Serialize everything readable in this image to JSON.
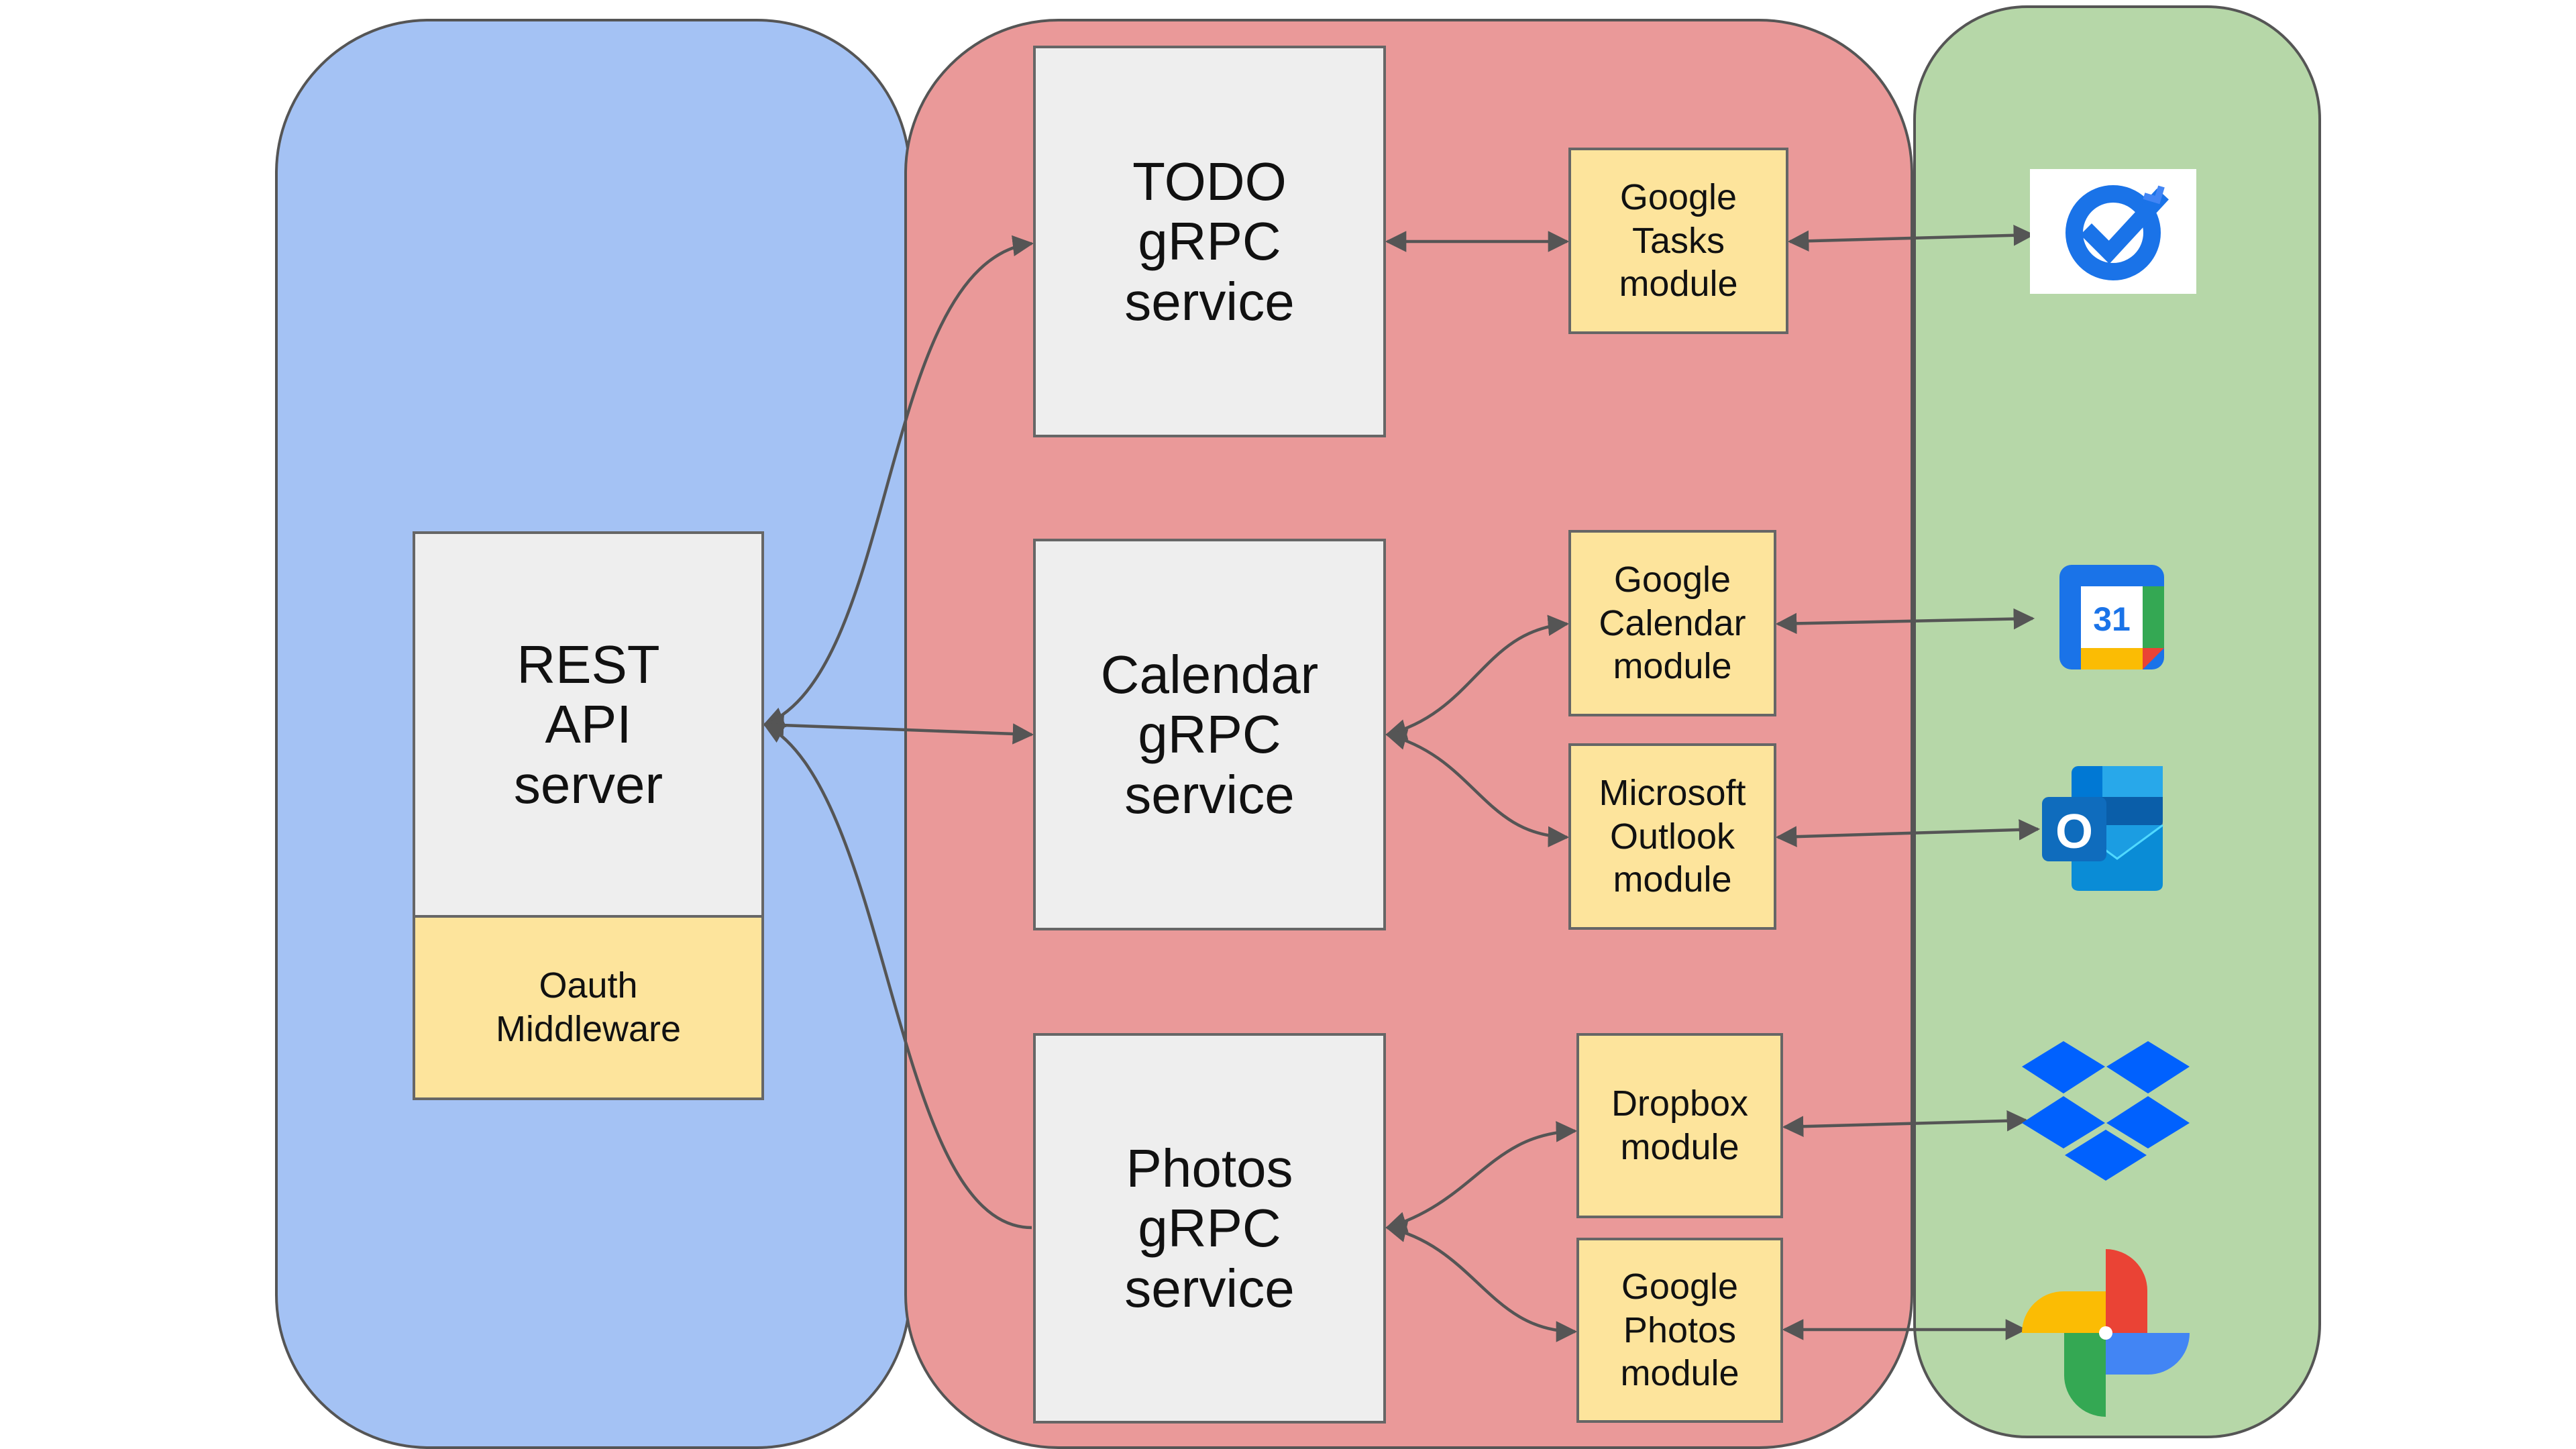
{
  "zones": {
    "client": {
      "color": "#a4c2f4"
    },
    "services": {
      "color": "#ea9999"
    },
    "external": {
      "color": "#b6d7a8"
    }
  },
  "rest": {
    "title": "REST\nAPI\nserver",
    "middleware": "Oauth\nMiddleware"
  },
  "services": {
    "todo": "TODO\ngRPC\nservice",
    "calendar": "Calendar\ngRPC\nservice",
    "photos": "Photos\ngRPC\nservice"
  },
  "modules": {
    "google_tasks": "Google\nTasks\nmodule",
    "google_calendar": "Google\nCalendar\nmodule",
    "outlook": "Microsoft\nOutlook\nmodule",
    "dropbox": "Dropbox\nmodule",
    "google_photos": "Google\nPhotos\nmodule"
  },
  "calendar_icon_text": "31",
  "outlook_icon_text": "O",
  "icons": [
    "google-tasks-icon",
    "google-calendar-icon",
    "microsoft-outlook-icon",
    "dropbox-icon",
    "google-photos-icon"
  ],
  "colors": {
    "box_grey": "#eeeeee",
    "box_yellow": "#fde49c",
    "arrow": "#555555"
  }
}
